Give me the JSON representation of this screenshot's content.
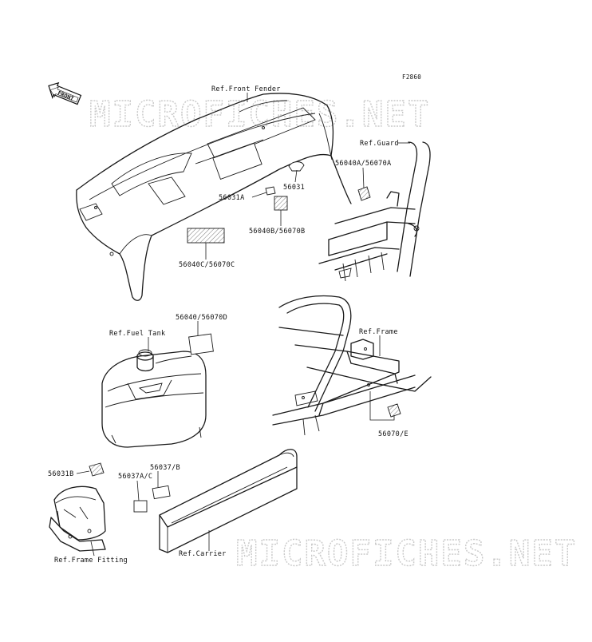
{
  "figure_code": "F2860",
  "front_marker": "FRONT",
  "watermark": {
    "text_top": "MICROFICHES.NET",
    "text_bottom": "MICROFICHES.NET"
  },
  "labels": {
    "ref_front_fender": "Ref.Front Fender",
    "ref_guard": "Ref.Guard",
    "p56040a_56070a": "56040A/56070A",
    "p56031": "56031",
    "p56031a": "56031A",
    "p56040b_56070b": "56040B/56070B",
    "p56040c_56070c": "56040C/56070C",
    "p56040_56070d": "56040/56070D",
    "ref_fuel_tank": "Ref.Fuel Tank",
    "ref_frame": "Ref.Frame",
    "p56070e": "56070/E",
    "p56031b": "56031B",
    "p56037b": "56037/B",
    "p56037ac": "56037A/C",
    "ref_carrier": "Ref.Carrier",
    "ref_frame_fitting": "Ref.Frame Fitting"
  }
}
